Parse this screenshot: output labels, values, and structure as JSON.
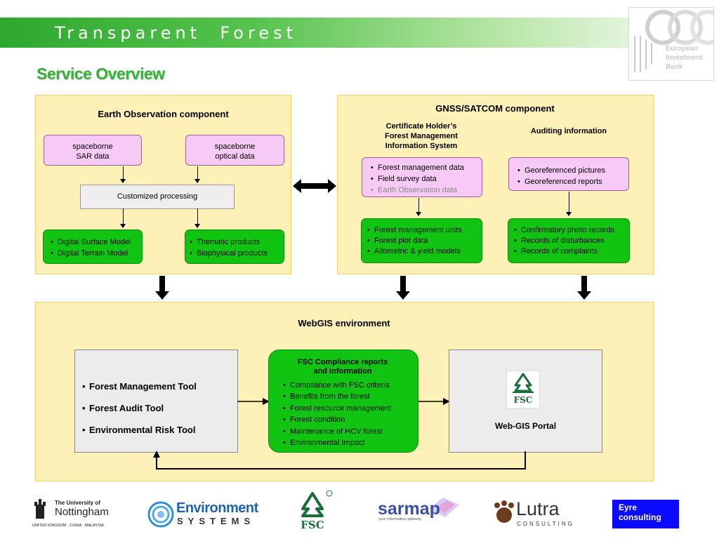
{
  "header": {
    "title": "Transparent  Forest",
    "eib_text": "European\nInvestment\nBank"
  },
  "page_heading": "Service Overview",
  "eo": {
    "title": "Earth Observation component",
    "sar": "spaceborne\nSAR data",
    "optical": "spaceborne\noptical data",
    "processing": "Customized processing",
    "products_left": [
      "Digital Surface Model",
      "Digital Terrain Model"
    ],
    "products_right": [
      "Thematic products",
      "Biophysical products"
    ]
  },
  "gnss": {
    "title": "GNSS/SATCOM component",
    "col1_title": "Certificate Holder’s\nForest Management\nInformation System",
    "col2_title": "Auditing information",
    "col1_inputs": [
      "Forest management data",
      "Field survey data",
      "Earth Observation data"
    ],
    "col1_outputs": [
      "Forest management units",
      "Forest plot data",
      "Allometric & yield models"
    ],
    "col2_inputs": [
      "Georeferenced pictures",
      "Georeferenced reports"
    ],
    "col2_outputs": [
      "Confirmatory photo records",
      "Records of disturbances",
      "Records of complaints"
    ],
    "faded_color": "#8a8a8a"
  },
  "webgis": {
    "title": "WebGIS environment",
    "tools": [
      "Forest Management Tool",
      "Forest Audit Tool",
      "Environmental Risk Tool"
    ],
    "reports_title": "FSC Compliance reports\nand information",
    "reports": [
      "Compliance with FSC criteria",
      "Benefits from the forest",
      "Forest resource management",
      "Forest condition",
      "Maintenance of HCV forest",
      "Environmental Impact"
    ],
    "portal_label": "Web-GIS Portal",
    "fsc_label": "FSC"
  },
  "footer": {
    "nottingham": {
      "line1": "The University of",
      "line2": "Nottingham",
      "line3": "UNITED KINGDOM · CHINA · MALAYSIA"
    },
    "env_systems": {
      "line1": "Environment",
      "line2": "SYSTEMS"
    },
    "fsc": "FSC",
    "sarmap": {
      "name": "sarmap",
      "tagline": "your information gateway"
    },
    "lutra": {
      "name": "Lutra",
      "sub": "CONSULTING"
    },
    "eyre": "Eyre\nconsulting"
  },
  "colors": {
    "green": "#11c411",
    "pink": "#f7c9f5",
    "panel": "#fdf1b8",
    "heading": "#33b233",
    "eyre_blue": "#0a0aff"
  }
}
